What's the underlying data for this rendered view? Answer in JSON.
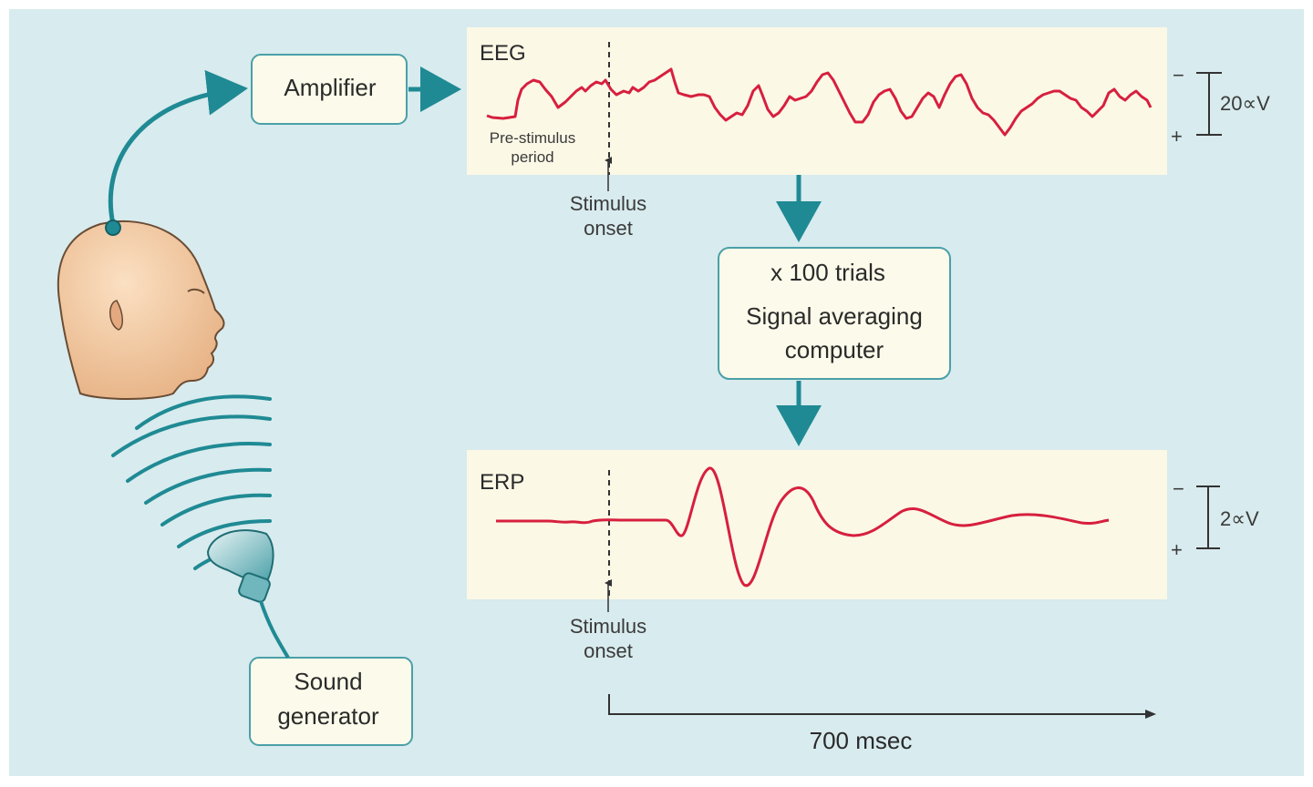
{
  "boxes": {
    "amplifier": "Amplifier",
    "averaging_line1": "x 100 trials",
    "averaging_line2": "Signal averaging",
    "averaging_line3": "computer",
    "sound_line1": "Sound",
    "sound_line2": "generator"
  },
  "eeg_panel": {
    "title": "EEG",
    "pre_stimulus_line1": "Pre-stimulus",
    "pre_stimulus_line2": "period",
    "stimulus_line1": "Stimulus",
    "stimulus_line2": "onset",
    "scale_minus": "−",
    "scale_plus": "+",
    "scale_label": "20∝V"
  },
  "erp_panel": {
    "title": "ERP",
    "stimulus_line1": "Stimulus",
    "stimulus_line2": "onset",
    "scale_minus": "−",
    "scale_plus": "+",
    "scale_label": "2∝V"
  },
  "time_axis": {
    "label": "700 msec"
  },
  "colors": {
    "background": "#d8ebee",
    "panel": "#fbf8e6",
    "box_fill": "#fcfaea",
    "box_stroke": "#4aa0a8",
    "arrow": "#1f8a94",
    "trace": "#d71f3e",
    "skin": "#f2c79f"
  }
}
